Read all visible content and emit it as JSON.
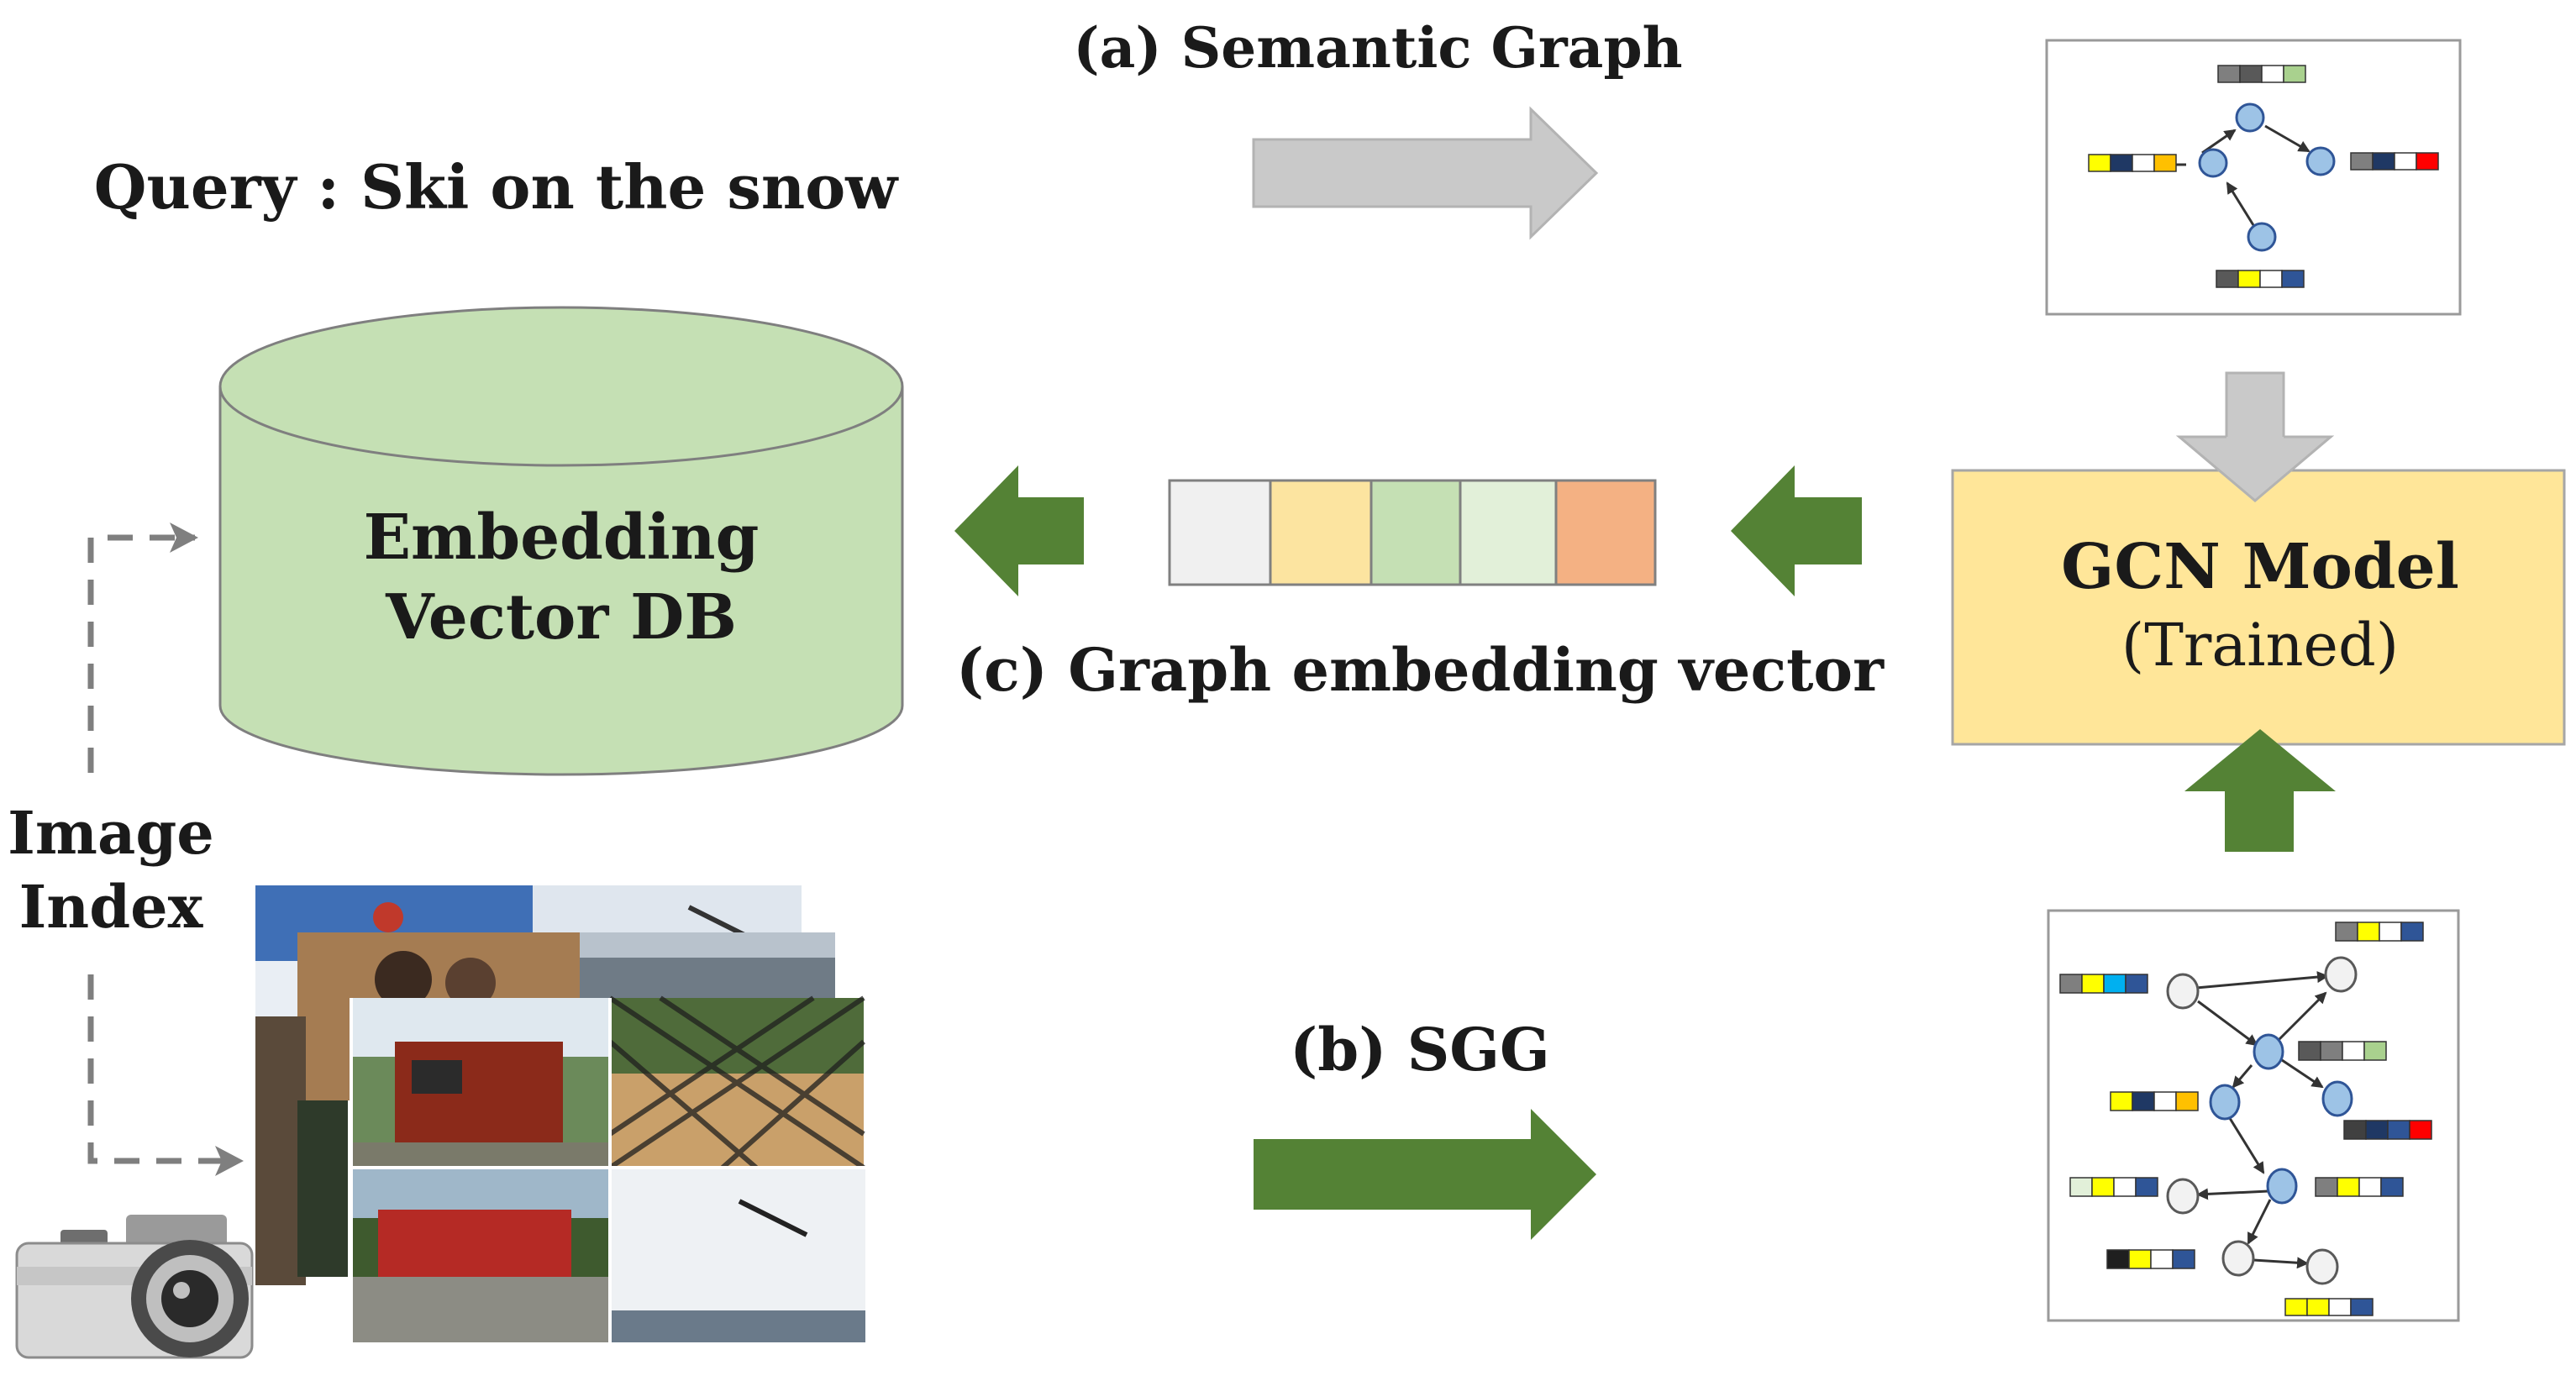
{
  "labels": {
    "semantic_graph": "(a) Semantic Graph",
    "query": "Query : Ski on the snow",
    "db_line1": "Embedding",
    "db_line2": "Vector DB",
    "embedding_vector": "(c) Graph embedding vector",
    "gcn_line1": "GCN Model",
    "gcn_line2": "(Trained)",
    "image_index_line1": "Image",
    "image_index_line2": "Index",
    "sgg": "(b) SGG"
  },
  "colors": {
    "green_arrow": "#548235",
    "gray_arrow": "#c9c9c9",
    "db_fill": "#c5e0b4",
    "gcn_fill": "#ffe699",
    "node_blue": "#9dc3e6",
    "node_white": "#f2f2f2"
  },
  "embedding_vector_cells": [
    "#f0f0f0",
    "#fce4a0",
    "#c5e0b4",
    "#e2f0d9",
    "#f4b183"
  ],
  "icons": {
    "camera": "camera-icon",
    "photo_stack": "image-collage-icon"
  }
}
